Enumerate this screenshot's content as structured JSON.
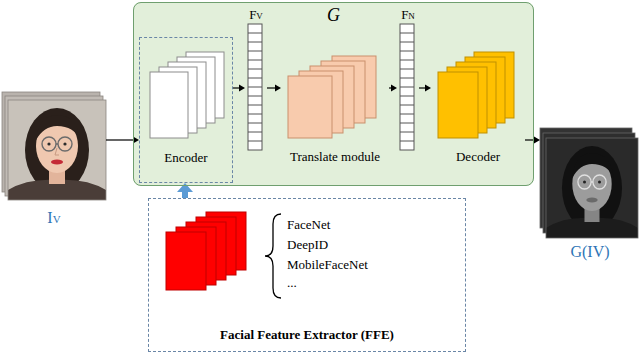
{
  "diagram": {
    "nodes": [
      {
        "text": [
          "IV"
        ]
      },
      {
        "text": [
          "G"
        ]
      },
      {
        "text": [
          "Encoder"
        ],
        "in": 1
      },
      {
        "text": [
          "FV"
        ],
        "in": 1
      },
      {
        "text": [
          "Translate module"
        ],
        "in": 1
      },
      {
        "text": [
          "FN"
        ],
        "in": 1
      },
      {
        "text": [
          "Decoder"
        ],
        "in": 1
      },
      {
        "text": [
          "G(IV)"
        ]
      },
      {
        "text": [
          "FaceNet",
          "DeepID",
          "MobileFaceNet",
          "...",
          "Facial Feature Extractor (FFE)"
        ]
      }
    ],
    "edges": [
      {
        "from": 0,
        "to": 2,
        "arrow": "to"
      },
      {
        "from": 2,
        "to": 3,
        "arrow": "to"
      },
      {
        "from": 3,
        "to": 4,
        "arrow": "to"
      },
      {
        "from": 4,
        "to": 5,
        "arrow": "to"
      },
      {
        "from": 5,
        "to": 6,
        "arrow": "to"
      },
      {
        "from": 6,
        "to": 7,
        "arrow": "to"
      },
      {
        "from": 8,
        "to": 2,
        "arrow": "to"
      }
    ]
  }
}
